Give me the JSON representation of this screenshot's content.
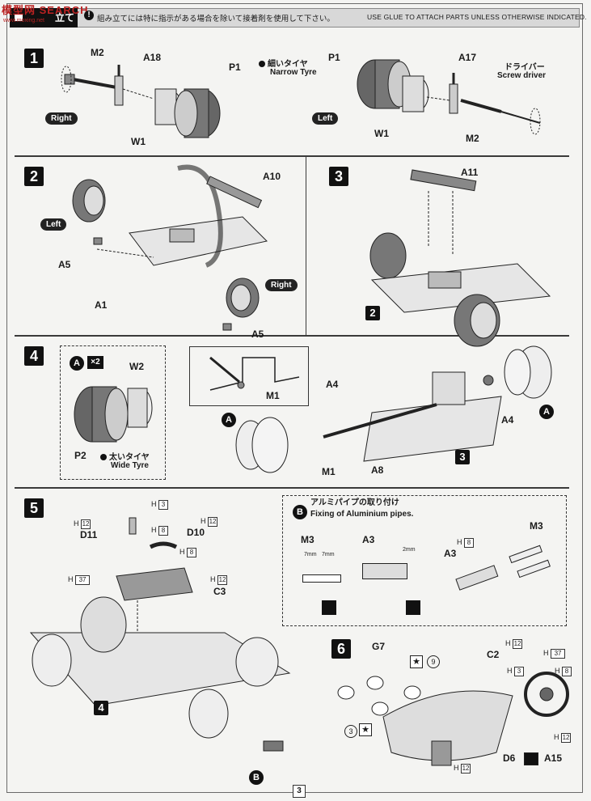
{
  "watermark": {
    "text": "模型网 SEARCH",
    "url": "www.moxing.net"
  },
  "header": {
    "tab": "立て",
    "warn": "!",
    "jp": "組み立てには特に指示がある場合を除いて接着剤を使用して下さい。",
    "en": "USE GLUE TO ATTACH PARTS UNLESS OTHERWISE INDICATED."
  },
  "step1": {
    "num": "1",
    "left": {
      "m2": "M2",
      "a18": "A18",
      "p1": "P1",
      "w1": "W1",
      "side": "Right"
    },
    "tyre_jp": "細いタイヤ",
    "tyre_en": "Narrow Tyre",
    "right": {
      "p1": "P1",
      "a17": "A17",
      "w1": "W1",
      "m2": "M2",
      "side": "Left",
      "driver_jp": "ドライバー",
      "driver_en": "Screw driver"
    }
  },
  "step2": {
    "num": "2",
    "a10": "A10",
    "left": "Left",
    "right": "Right",
    "a5a": "A5",
    "a1": "A1",
    "a5b": "A5"
  },
  "step3": {
    "num": "3",
    "a11": "A11",
    "ref": "2"
  },
  "step4": {
    "num": "4",
    "sub": {
      "circle": "A",
      "mult": "×2",
      "w2": "W2",
      "p2": "P2",
      "tyre_jp": "太いタイヤ",
      "tyre_en": "Wide Tyre"
    },
    "m1_detail": "M1",
    "a4a": "A4",
    "a4b": "A4",
    "a8": "A8",
    "m1": "M1",
    "circle_a1": "A",
    "circle_a2": "A",
    "ref": "3"
  },
  "step5": {
    "num": "5",
    "h3": "3",
    "h12a": "12",
    "d11": "D11",
    "h8a": "8",
    "h12b": "12",
    "d10": "D10",
    "h8b": "8",
    "h37": "37",
    "h12c": "12",
    "c3": "C3",
    "ref": "4",
    "b": "B",
    "h_prefix": "H",
    "pipes": {
      "circle": "B",
      "title_jp": "アルミパイプの取り付け",
      "title_en": "Fixing of Aluminium pipes.",
      "m3": "M3",
      "dim1": "7mm",
      "dim2": "7mm",
      "a3": "A3",
      "dim3": "2mm",
      "h8": "8",
      "a3b": "A3",
      "m3b": "M3"
    }
  },
  "step6": {
    "num": "6",
    "g7": "G7",
    "star9": "9",
    "c2": "C2",
    "h12a": "12",
    "h37": "37",
    "h3": "3",
    "h8": "8",
    "star3": "3",
    "h12b": "12",
    "h12c": "12",
    "d6": "D6",
    "a15": "A15"
  },
  "page_number": "3"
}
